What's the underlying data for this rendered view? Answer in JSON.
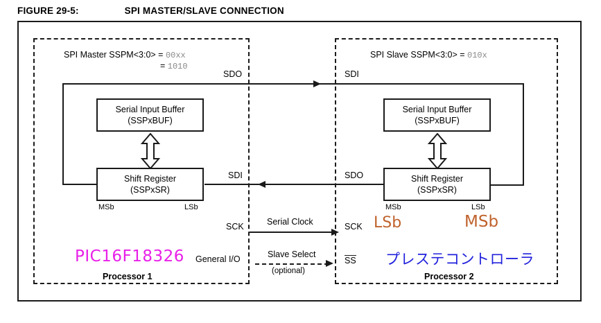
{
  "figure": {
    "number": "FIGURE 29-5:",
    "title": "SPI MASTER/SLAVE CONNECTION"
  },
  "master": {
    "heading_text": "SPI Master SSPM<3:0> = ",
    "heading_value": "00xx",
    "second_value_prefix": "= ",
    "second_value": "1010",
    "buffer_line1": "Serial Input Buffer",
    "buffer_line2": "(SSPxBUF)",
    "shift_line1": "Shift Register",
    "shift_line2": "(SSPxSR)",
    "msb_label": "MSb",
    "lsb_label": "LSb",
    "sdo_label": "SDO",
    "sdi_label": "SDI",
    "sck_label": "SCK",
    "gpio_label": "General I/O",
    "processor_name": "Processor 1"
  },
  "slave": {
    "heading_text": "SPI Slave SSPM<3:0> = ",
    "heading_value": "010x",
    "buffer_line1": "Serial Input Buffer",
    "buffer_line2": "(SSPxBUF)",
    "shift_line1": "Shift Register",
    "shift_line2": "(SSPxSR)",
    "msb_label": "MSb",
    "lsb_label": "LSb",
    "sdi_label": "SDI",
    "sdo_label": "SDO",
    "sck_label": "SCK",
    "ss_label": "SS",
    "processor_name": "Processor 2"
  },
  "interconnect": {
    "serial_clock_label": "Serial Clock",
    "slave_select_label": "Slave Select",
    "slave_select_sub": "(optional)"
  },
  "annotations": {
    "master_part": "PIC16F18326",
    "slave_part": "プレステコントローラ",
    "slave_shift_left": "LSb",
    "slave_shift_right": "MSb"
  },
  "colors": {
    "magenta": "#e820e8",
    "blue": "#2222dd",
    "orange": "#c0622c",
    "ink": "#1a1a1a",
    "mono_gray": "#8a8a8a"
  }
}
